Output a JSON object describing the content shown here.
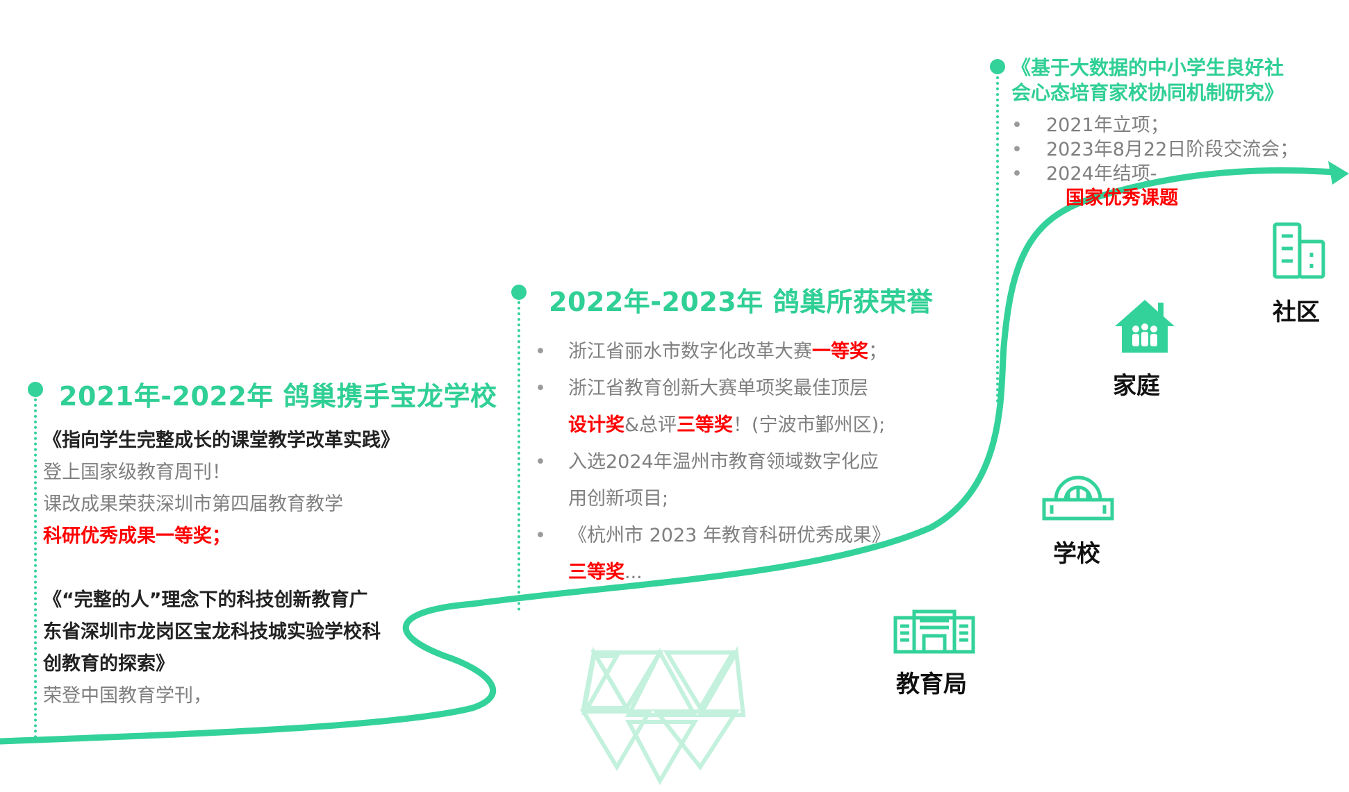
{
  "colors": {
    "accent": "#33d29a",
    "heading": "#2fcf95",
    "highlight_red": "#ff0000",
    "body_gray": "#7f7f7f",
    "dark_text": "#222222"
  },
  "section1": {
    "heading": "2021年-2022年  鸽巢携手宝龙学校",
    "lines": {
      "paper1_title": "《指向学生完整成长的课堂教学改革实践》",
      "paper1_note": "登上国家级教育周刊！",
      "award_text": "课改成果荣获深圳市第四届教育教学",
      "award_highlight": "科研优秀成果一等奖；",
      "paper2_title_1": "《“完整的人”理念下的科技创新教育广",
      "paper2_title_2": "东省深圳市龙岗区宝龙科技城实验学校科",
      "paper2_title_3": "创教育的探索》",
      "paper2_note": "荣登中国教育学刊，"
    }
  },
  "section2": {
    "heading": "2022年-2023年  鸽巢所获荣誉",
    "bullet": "•",
    "items": {
      "i1_text": "浙江省丽水市数字化改革大赛",
      "i1_red": "一等奖",
      "i1_end": "；",
      "i2_line1": "浙江省教育创新大赛单项奖最佳顶层",
      "i2_red1": "设计奖",
      "i2_mid": "&总评",
      "i2_red2": "三等奖",
      "i2_end": "！(宁波市鄞州区);",
      "i3_line1": "入选2024年温州市教育领域数字化应",
      "i3_line2": "用创新项目;",
      "i4_line1": "《杭州市 2023 年教育科研优秀成果》",
      "i4_red": "三等奖",
      "i4_end": "..."
    }
  },
  "section3": {
    "heading_line1": "《基于大数据的中小学生良好社",
    "heading_line2": "会心态培育家校协同机制研究》",
    "bullet": "•",
    "items": [
      "2021年立项；",
      "2023年8月22日阶段交流会；",
      "2024年结项-"
    ],
    "award": "国家优秀课题"
  },
  "stakeholders": {
    "bureau": "教育局",
    "school": "学校",
    "family": "家庭",
    "community": "社区"
  },
  "icons": {
    "bureau": "government-building-icon",
    "school": "school-building-icon",
    "family": "family-house-icon",
    "community": "community-buildings-icon",
    "watermark": "triangle-hexagon-logo"
  }
}
